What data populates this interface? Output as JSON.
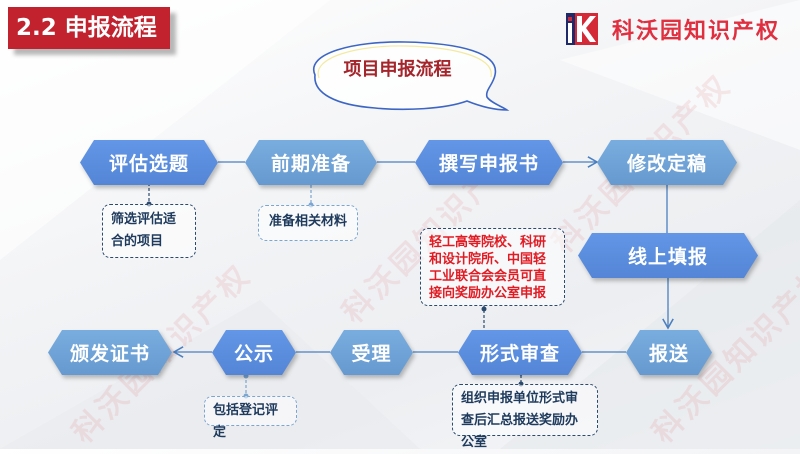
{
  "header": {
    "section_title": "2.2 申报流程",
    "brand_name": "科沃园知识产权",
    "brand_logo_letter": "K"
  },
  "diagram": {
    "title": "项目申报流程",
    "steps": [
      {
        "id": "step1",
        "label": "评估选题",
        "style": "dark"
      },
      {
        "id": "step2",
        "label": "前期准备",
        "style": "light"
      },
      {
        "id": "step3",
        "label": "撰写申报书",
        "style": "dark"
      },
      {
        "id": "step4",
        "label": "修改定稿",
        "style": "light"
      },
      {
        "id": "step5",
        "label": "线上填报",
        "style": "dark"
      },
      {
        "id": "step6",
        "label": "报送",
        "style": "light"
      },
      {
        "id": "step7",
        "label": "形式审查",
        "style": "dark"
      },
      {
        "id": "step8",
        "label": "受理",
        "style": "light"
      },
      {
        "id": "step9",
        "label": "公示",
        "style": "dark"
      },
      {
        "id": "step10",
        "label": "颁发证书",
        "style": "light"
      }
    ],
    "notes": {
      "step1_note": "筛选评估适合的项目",
      "step2_note": "准备相关材料",
      "step7_note": "组织申报单位形式审查后汇总报送奖励办公室",
      "step9_note": "包括登记评定",
      "direct_note": "轻工高等院校、科研和设计院所、中国轻工业联合会会员可直接向奖励办公室申报"
    },
    "colors": {
      "dark_step": "#5b8ee0",
      "light_step": "#6fa3d8",
      "title_red": "#c1222d",
      "brand_red": "#e03040",
      "note_text": "#1e3a5c",
      "alert_text": "#e21b23"
    }
  },
  "watermark_text": "科沃园知识产权"
}
